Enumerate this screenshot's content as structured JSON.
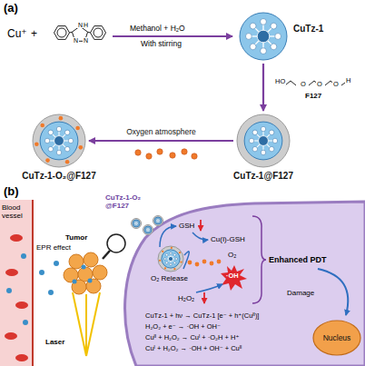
{
  "diagram": {
    "nodes": [
      {
        "text": [
          "CuTz-1"
        ]
      },
      {
        "text": [
          "CuTz-1@F127"
        ]
      },
      {
        "text": [
          "CuTz-1-O₂@F127"
        ]
      },
      {
        "text": [
          "Nucleus"
        ]
      }
    ],
    "edges": [
      {
        "from": 0,
        "to": 1,
        "arrow": "to"
      },
      {
        "from": 1,
        "to": 2,
        "arrow": "to",
        "label": "Oxygen atmosphere"
      }
    ],
    "labels": [
      "(a)",
      "Cu⁺",
      "+",
      "N",
      "H",
      "N",
      "N",
      "Methanol + H₂O",
      "With stirring",
      "HO",
      "O",
      "O",
      "O",
      "H",
      "F127",
      "(b)",
      "Blood vessel",
      "EPR effect",
      "Tumor",
      "CuTz-1-O₂ @F127",
      "Laser",
      "GSH",
      "Cu(I)-GSH",
      "O₂ Release",
      "O₂",
      "·OH",
      "H₂O₂",
      "Enhanced PDT",
      "Damage",
      "CuTz-1 + hν → CuTz-1 [e⁻ + h⁺(Cuᴵᴵ)]",
      "H₂O₂ + e⁻ → ·OH + OH⁻",
      "Cuᴵᴵ + H₂O₂ → Cuᴵ + ·O₂H + H⁺",
      "Cuᴵ + H₂O₂ → ·OH + OH⁻ + Cuᴵᴵ"
    ]
  }
}
